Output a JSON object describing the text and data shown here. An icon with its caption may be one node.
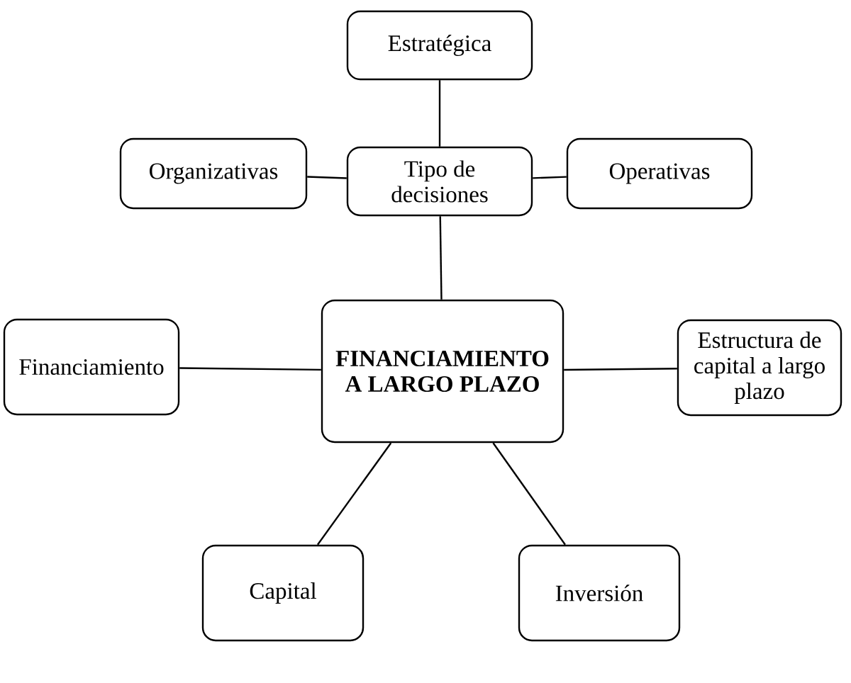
{
  "diagram": {
    "nodes": [
      {
        "text": [
          "Estratégica"
        ]
      },
      {
        "text": [
          "Organizativas"
        ]
      },
      {
        "text": [
          "Tipo de decisiones"
        ]
      },
      {
        "text": [
          "Operativas"
        ]
      },
      {
        "text": [
          "Financiamiento"
        ]
      },
      {
        "text": [
          "FINANCIAMIENTO A LARGO PLAZO"
        ]
      },
      {
        "text": [
          "Estructura de capital a largo plazo"
        ]
      },
      {
        "text": [
          "Capital"
        ]
      },
      {
        "text": [
          "Inversión"
        ]
      }
    ],
    "edges": [
      {
        "from": 0,
        "to": 2,
        "arrow": "none"
      },
      {
        "from": 1,
        "to": 2,
        "arrow": "none"
      },
      {
        "from": 2,
        "to": 3,
        "arrow": "none"
      },
      {
        "from": 2,
        "to": 5,
        "arrow": "none"
      },
      {
        "from": 4,
        "to": 5,
        "arrow": "none"
      },
      {
        "from": 5,
        "to": 6,
        "arrow": "none"
      },
      {
        "from": 5,
        "to": 7,
        "arrow": "none"
      },
      {
        "from": 5,
        "to": 8,
        "arrow": "none"
      }
    ]
  }
}
